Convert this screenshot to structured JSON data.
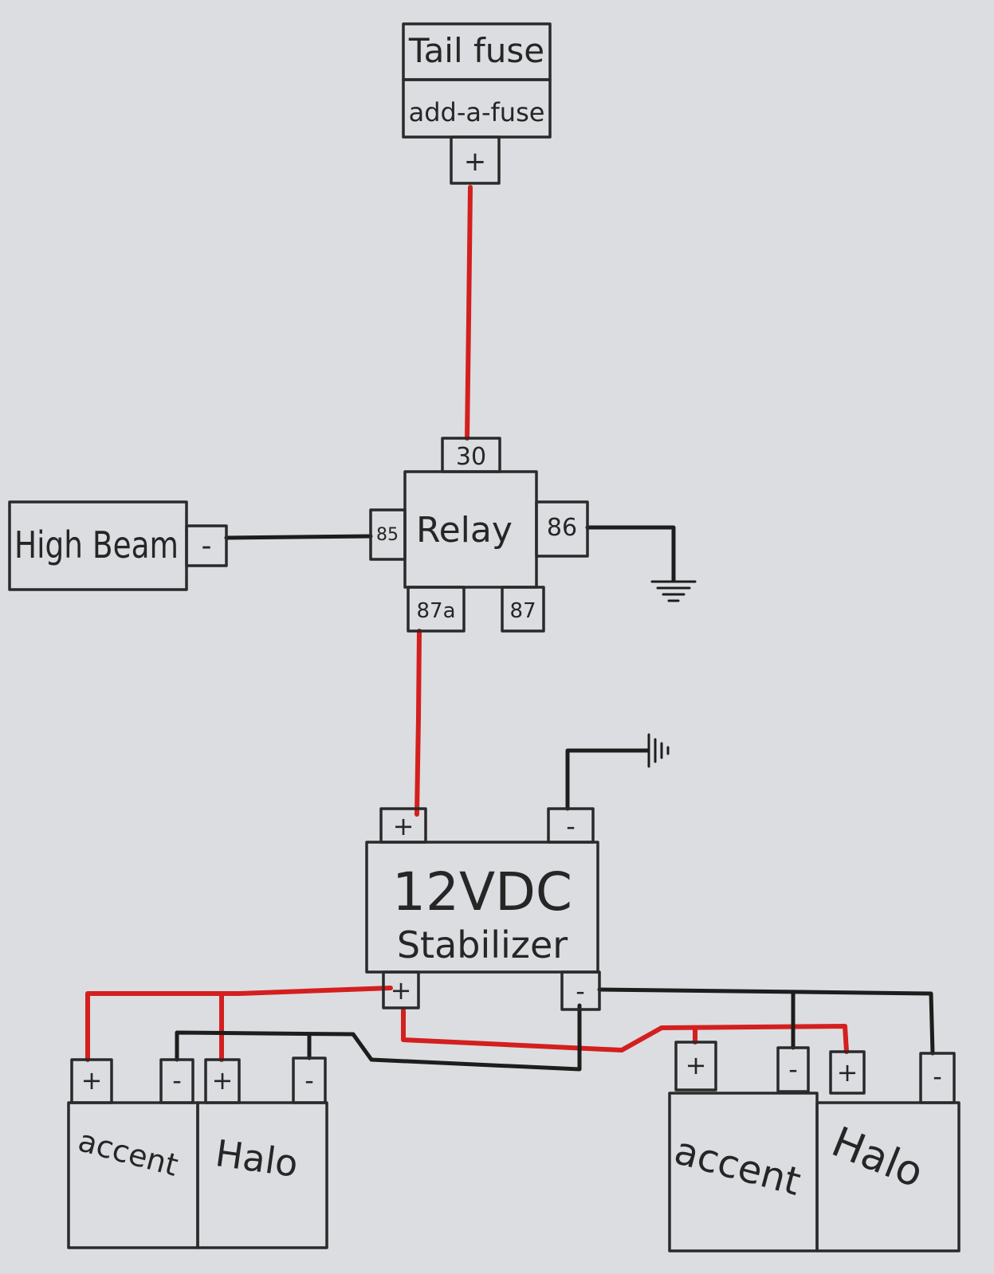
{
  "colors": {
    "paper": "#dcdde0",
    "positive_wire": "#d41f1f",
    "negative_wire": "#1d1d1d",
    "pencil": "#2a2a2a"
  },
  "icons": [
    "ground-icon"
  ],
  "tail_fuse": {
    "title": "Tail fuse",
    "subtitle": "add-a-fuse",
    "terminal_plus": "+"
  },
  "relay": {
    "label": "Relay",
    "pin_30": "30",
    "pin_85": "85",
    "pin_86": "86",
    "pin_87a": "87a",
    "pin_87": "87"
  },
  "high_beam": {
    "label": "High Beam",
    "terminal_minus": "-"
  },
  "stabilizer": {
    "line1": "12VDC",
    "line2": "Stabilizer",
    "in_plus": "+",
    "in_minus": "-",
    "out_plus": "+",
    "out_minus": "-"
  },
  "left_lights": {
    "accent_label": "accent",
    "halo_label": "Halo",
    "accent_plus": "+",
    "accent_minus": "-",
    "halo_plus": "+",
    "halo_minus": "-"
  },
  "right_lights": {
    "accent_label": "accent",
    "halo_label": "Halo",
    "accent_plus": "+",
    "accent_minus": "-",
    "halo_plus": "+",
    "halo_minus": "-"
  }
}
